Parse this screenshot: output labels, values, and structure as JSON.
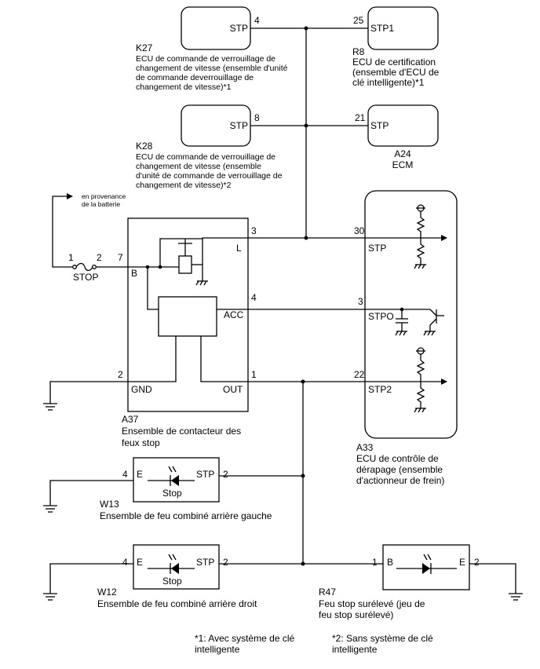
{
  "components": {
    "k27": {
      "code": "K27",
      "pin_num": "4",
      "pin_name": "STP",
      "desc": [
        "ECU de commande de verrouillage de",
        "changement de vitesse (ensemble d'unité",
        "de commande deverrouillage de",
        "changement de vitesse)*1"
      ]
    },
    "r8": {
      "code": "R8",
      "pin_num": "25",
      "pin_name": "STP1",
      "desc": [
        "ECU de certification",
        "(ensemble d'ECU de",
        "clé intelligente)*1"
      ]
    },
    "k28": {
      "code": "K28",
      "pin_num": "8",
      "pin_name": "STP",
      "desc": [
        "ECU de commande de verrouillage de",
        "changement de vitesse (ensemble",
        "d'unité de commande de verrouillage de",
        "changement de vitesse)*2"
      ]
    },
    "a24": {
      "code": "A24",
      "pin_num": "21",
      "pin_name": "STP",
      "desc": [
        "ECM"
      ]
    },
    "battery": {
      "label": [
        "en provenance",
        "de la batterie"
      ]
    },
    "fuse": {
      "pin1": "1",
      "pin2": "2",
      "name": "STOP"
    },
    "a37": {
      "code": "A37",
      "desc": [
        "Ensemble de contacteur des",
        "feux stop"
      ],
      "pins": {
        "b": {
          "num": "7",
          "name": "B"
        },
        "l": {
          "num": "3",
          "name": "L"
        },
        "acc": {
          "num": "4",
          "name": "ACC"
        },
        "gnd": {
          "num": "2",
          "name": "GND"
        },
        "out": {
          "num": "1",
          "name": "OUT"
        }
      }
    },
    "a33": {
      "code": "A33",
      "desc": [
        "ECU de contrôle de",
        "dérapage (ensemble",
        "d'actionneur de frein)"
      ],
      "pins": {
        "stp": {
          "num": "30",
          "name": "STP"
        },
        "stpo": {
          "num": "3",
          "name": "STPO"
        },
        "stp2": {
          "num": "22",
          "name": "STP2"
        }
      }
    },
    "w13": {
      "code": "W13",
      "desc": "Ensemble de feu combiné arrière gauche",
      "pin_e_num": "4",
      "pin_e_name": "E",
      "pin_stp_num": "2",
      "pin_stp_name": "STP",
      "lamp_label": "Stop"
    },
    "w12": {
      "code": "W12",
      "desc": "Ensemble de feu combiné arrière droit",
      "pin_e_num": "4",
      "pin_e_name": "E",
      "pin_stp_num": "2",
      "pin_stp_name": "STP",
      "lamp_label": "Stop"
    },
    "r47": {
      "code": "R47",
      "desc": [
        "Feu stop surélevé (jeu de",
        "feu stop surélevé)"
      ],
      "pin_b_num": "1",
      "pin_b_name": "B",
      "pin_e_num": "2",
      "pin_e_name": "E"
    }
  },
  "notes": {
    "n1": [
      "*1: Avec système de clé",
      "intelligente"
    ],
    "n2": [
      "*2: Sans système de clé",
      "intelligente"
    ]
  }
}
